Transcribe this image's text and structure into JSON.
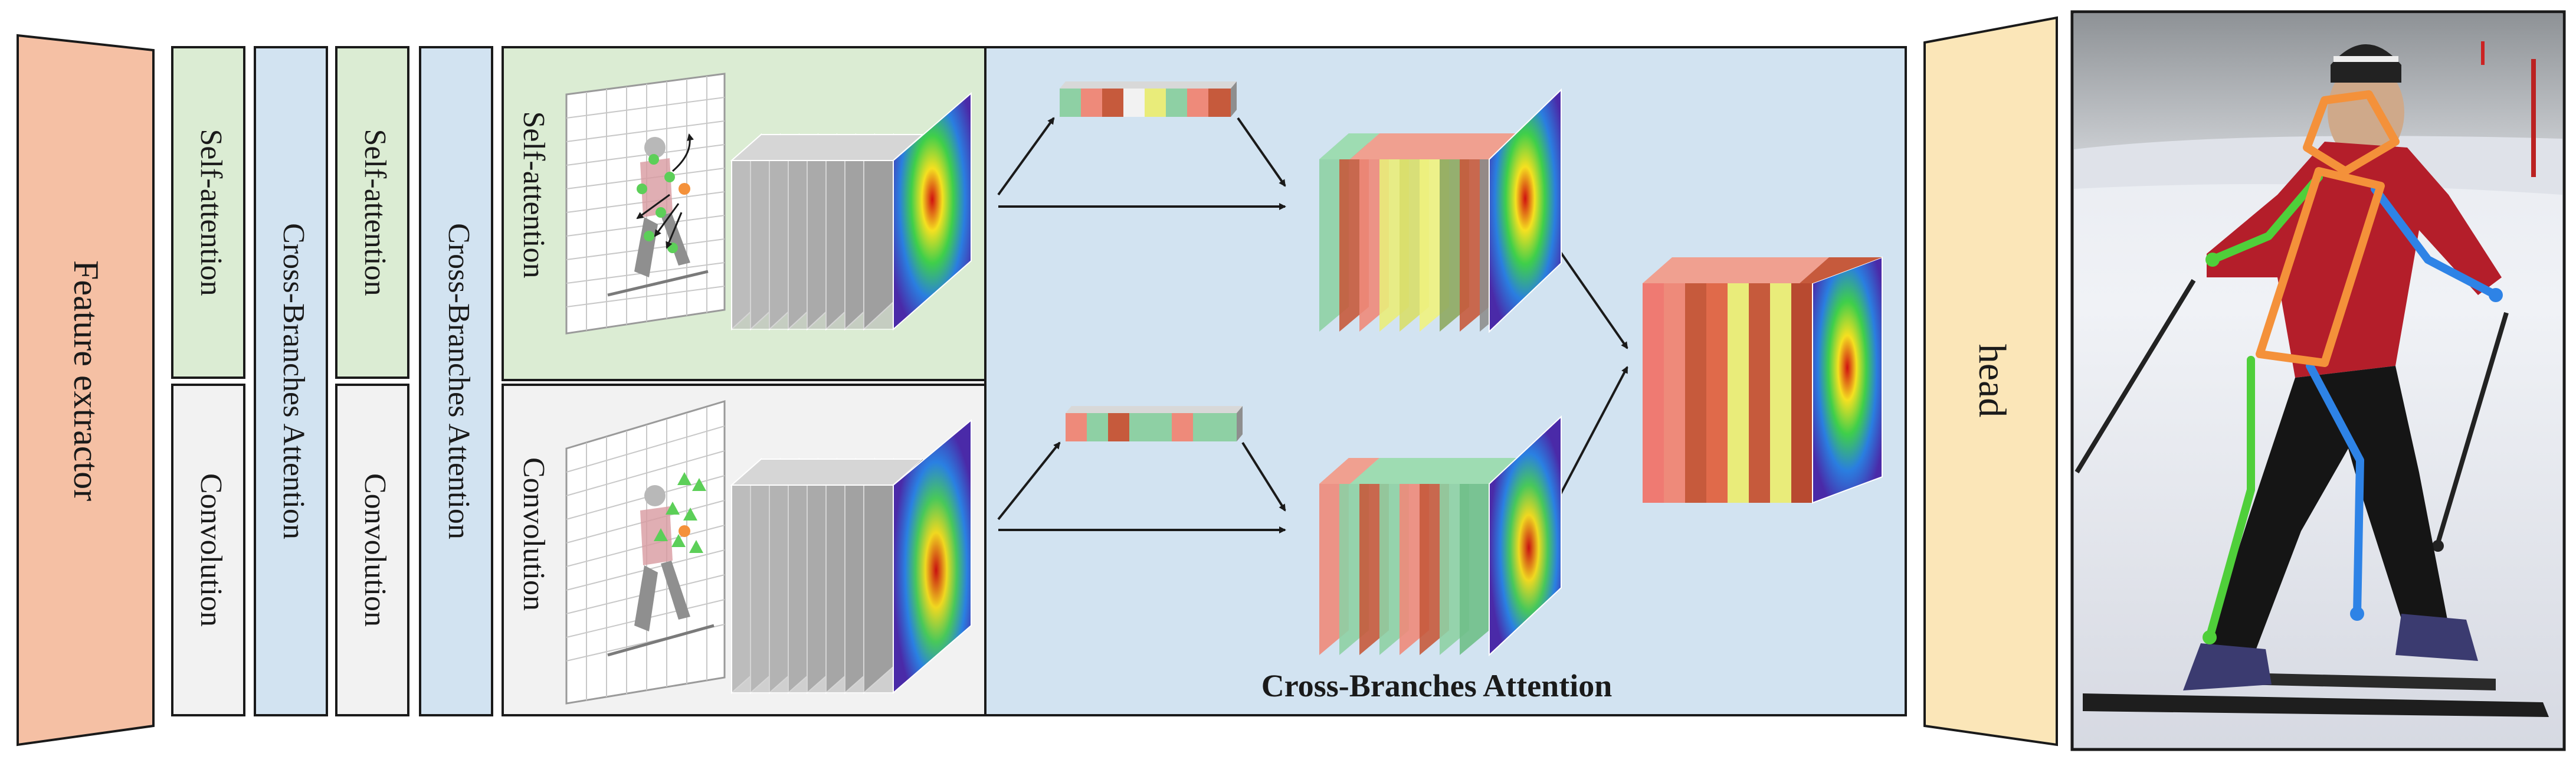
{
  "labels": {
    "feature_extractor": "Feature extractor",
    "self_attention": "Self-attention",
    "convolution": "Convolution",
    "cross_branches_attention": "Cross-Branches Attention",
    "head": "head"
  },
  "colors": {
    "feature_extractor_fill": "#f5c0a4",
    "head_fill": "#fbe6b8",
    "self_attention_fill": "#dbecd3",
    "convolution_fill": "#f2f2f2",
    "cross_branch_fill": "#d2e3f1",
    "token_red": "#ee8a7a",
    "token_green": "#8ed0a4",
    "token_yellow": "#e9ec7a",
    "token_brown": "#c65a3c",
    "skeleton_green": "#4fcf3a",
    "skeleton_blue": "#2e83e6",
    "skeleton_orange": "#f4913a"
  }
}
